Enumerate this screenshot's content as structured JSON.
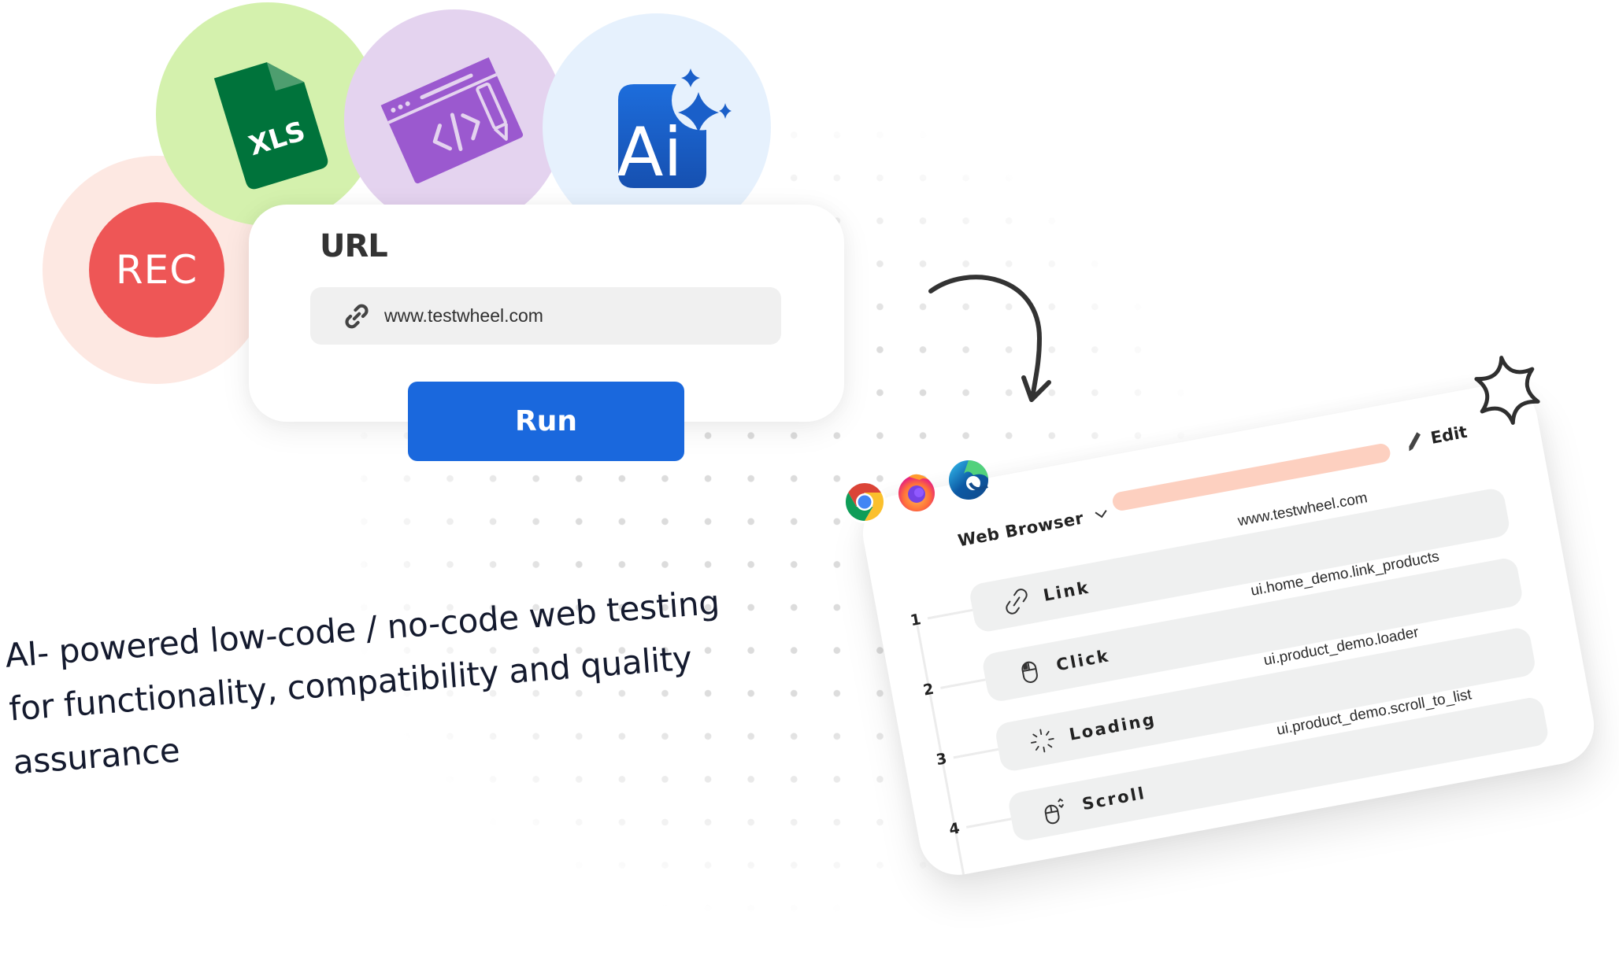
{
  "badges": {
    "rec_label": "REC",
    "xls_label": "XLS",
    "ai_label": "Ai",
    "code_icon": "code-editor-icon",
    "colors": {
      "rec_outer": "#fde8e2",
      "rec_inner": "#ee5656",
      "xls_bg": "#d4f1ad",
      "xls_file": "#00733b",
      "code_bg": "#e4d3ef",
      "code_icon": "#9b59cf",
      "ai_bg": "#e6f1fd",
      "ai_icon": "#1a5fc9"
    }
  },
  "url_card": {
    "label": "URL",
    "input_value": "www.testwheel.com",
    "input_icon": "link-icon",
    "run_label": "Run",
    "run_color": "#1a68dd"
  },
  "tagline": {
    "lines": [
      "AI- powered low-code / no-code web testing",
      "for functionality, compatibility and quality",
      "assurance"
    ]
  },
  "flow_card": {
    "browsers": [
      "chrome-icon",
      "firefox-icon",
      "edge-icon"
    ],
    "browser_select_label": "Web Browser",
    "progress_color": "#fdd0c0",
    "edit_label": "Edit",
    "steps": [
      {
        "num": "1",
        "name": "Link",
        "icon": "link-icon",
        "target": "www.testwheel.com"
      },
      {
        "num": "2",
        "name": "Click",
        "icon": "mouse-click-icon",
        "target": "ui.home_demo.link_products"
      },
      {
        "num": "3",
        "name": "Loading",
        "icon": "spinner-icon",
        "target": "ui.product_demo.loader"
      },
      {
        "num": "4",
        "name": "Scroll",
        "icon": "mouse-scroll-icon",
        "target": "ui.product_demo.scroll_to_list"
      }
    ]
  }
}
